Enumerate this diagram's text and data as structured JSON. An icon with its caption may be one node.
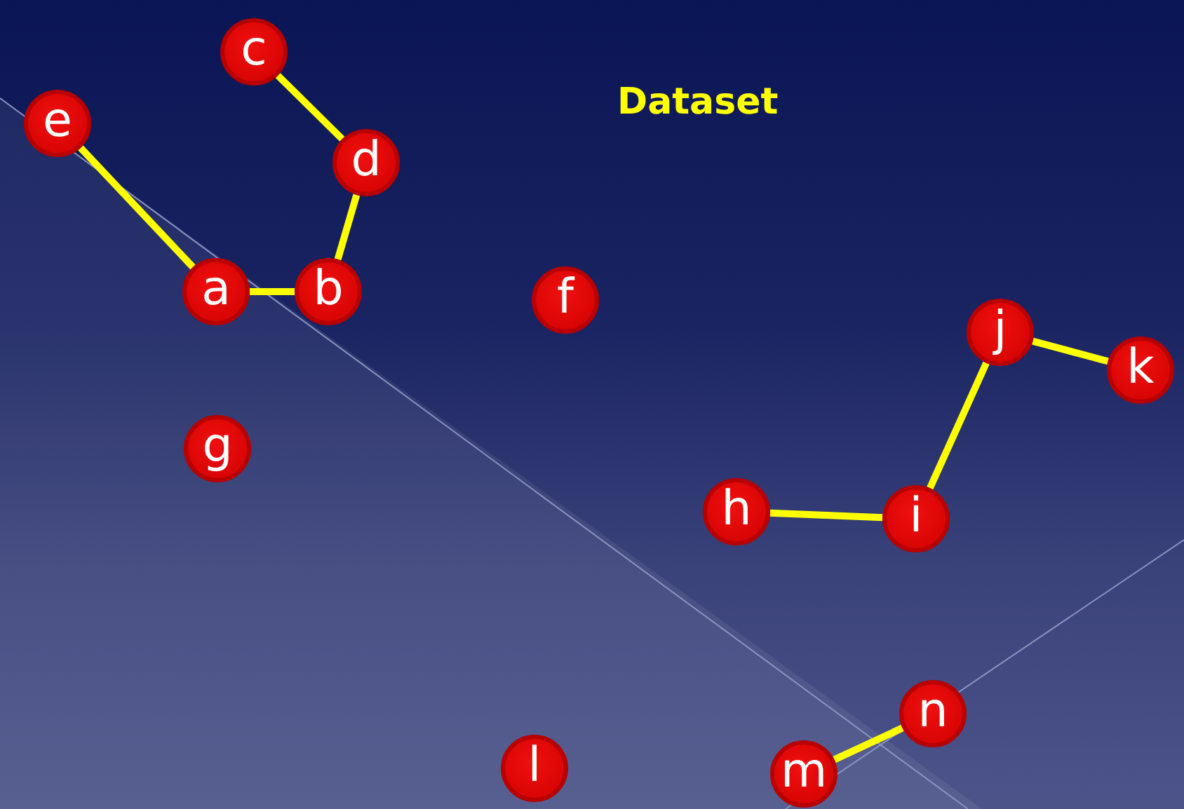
{
  "diagram": {
    "title": "Dataset",
    "nodes": [
      {
        "text": [
          "c"
        ]
      },
      {
        "text": [
          "e"
        ]
      },
      {
        "text": [
          "d"
        ]
      },
      {
        "text": [
          "a"
        ]
      },
      {
        "text": [
          "b"
        ]
      },
      {
        "text": [
          "f"
        ]
      },
      {
        "text": [
          "j"
        ]
      },
      {
        "text": [
          "k"
        ]
      },
      {
        "text": [
          "g"
        ]
      },
      {
        "text": [
          "h"
        ]
      },
      {
        "text": [
          "i"
        ]
      },
      {
        "text": [
          "n"
        ]
      },
      {
        "text": [
          "l"
        ]
      },
      {
        "text": [
          "m"
        ]
      }
    ],
    "edges": [
      {
        "from": 0,
        "to": 2,
        "arrow": "none"
      },
      {
        "from": 2,
        "to": 4,
        "arrow": "none"
      },
      {
        "from": 1,
        "to": 3,
        "arrow": "none"
      },
      {
        "from": 3,
        "to": 4,
        "arrow": "none"
      },
      {
        "from": 6,
        "to": 10,
        "arrow": "none"
      },
      {
        "from": 6,
        "to": 7,
        "arrow": "none"
      },
      {
        "from": 9,
        "to": 10,
        "arrow": "none"
      },
      {
        "from": 11,
        "to": 13,
        "arrow": "none"
      }
    ]
  }
}
